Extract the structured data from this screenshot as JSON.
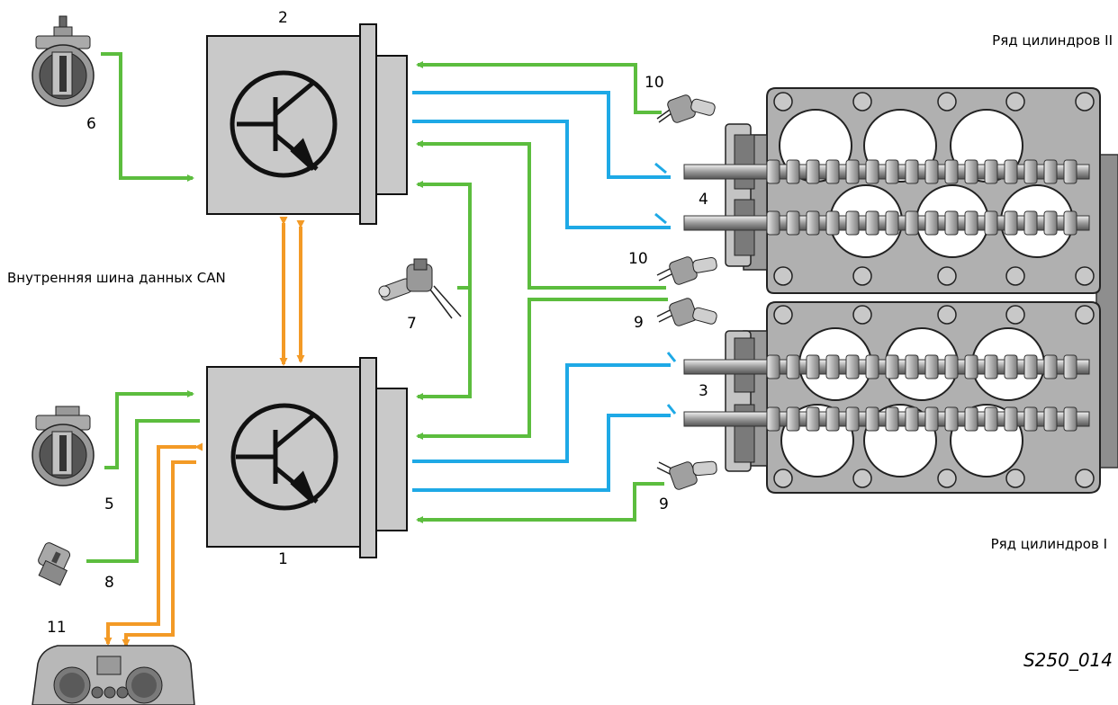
{
  "diagram": {
    "figure_code": "S250_014",
    "can_bus_label": "Внутренняя шина данных CAN",
    "bank_2_label": "Ряд цилиндров II",
    "bank_1_label": "Ряд цилиндров I",
    "numbers": {
      "n1": "1",
      "n2": "2",
      "n3": "3",
      "n4": "4",
      "n5": "5",
      "n6": "6",
      "n7": "7",
      "n8": "8",
      "n9a": "9",
      "n9b": "9",
      "n10a": "10",
      "n10b": "10",
      "n11": "11"
    }
  },
  "colors": {
    "input_signal": "#5cbd3e",
    "output_signal": "#1ea9e6",
    "can_bus": "#f39a26",
    "ecu_fill": "#c9c9c9",
    "engine_fill": "#a9a9a9"
  }
}
